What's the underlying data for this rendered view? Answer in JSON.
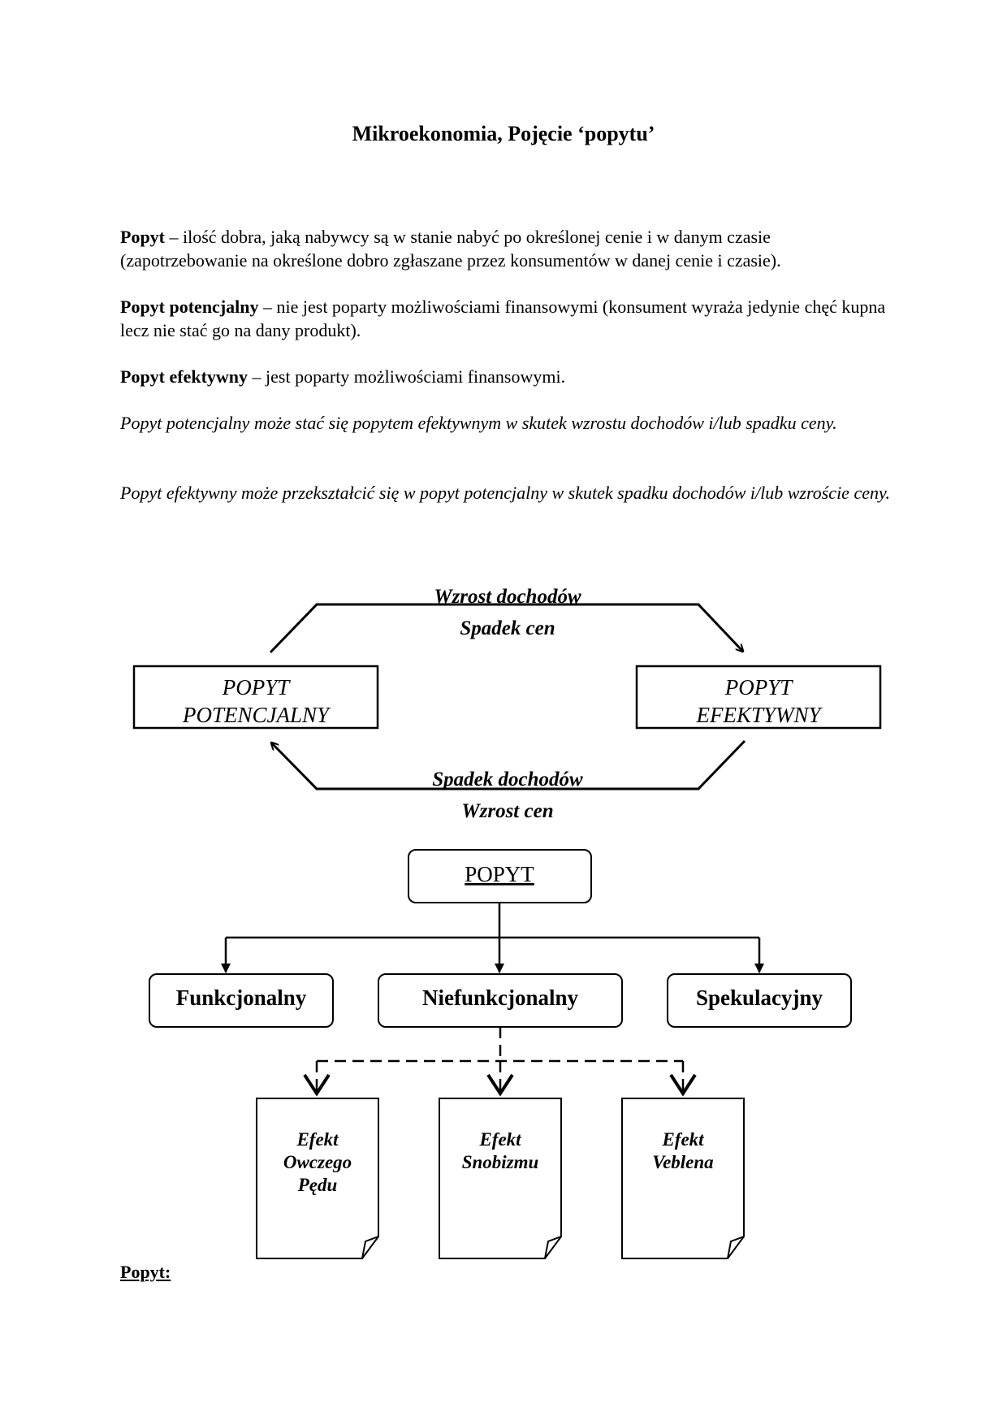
{
  "title": "Mikroekonomia, Pojęcie ‘popytu’",
  "paragraphs": {
    "p1_term": "Popyt",
    "p1_text": " – ilość dobra, jaką nabywcy są w stanie nabyć po określonej cenie i w danym czasie (zapotrzebowanie na określone dobro zgłaszane przez konsumentów w danej cenie i czasie).",
    "p2_term": "Popyt potencjalny",
    "p2_text": " – nie jest poparty możliwościami finansowymi (konsument wyraża jedynie chęć kupna lecz nie stać go na dany produkt).",
    "p3_term": "Popyt efektywny",
    "p3_text": " – jest poparty możliwościami finansowymi.",
    "p4": "Popyt potencjalny może stać się popytem efektywnym w skutek wzrostu dochodów i/lub spadku ceny.",
    "p5": "Popyt efektywny może przekształcić się w popyt potencjalny w skutek spadku dochodów i/lub wzroście ceny."
  },
  "cycle": {
    "top_label_1": "Wzrost dochodów",
    "top_label_2": "Spadek cen",
    "bottom_label_1": "Spadek dochodów",
    "bottom_label_2": "Wzrost cen",
    "left_box_line1": "POPYT",
    "left_box_line2": "POTENCJALNY",
    "right_box_line1": "POPYT",
    "right_box_line2": "EFEKTYWNY"
  },
  "tree": {
    "root": "POPYT",
    "children": [
      "Funkcjonalny",
      "Niefunkcjonalny",
      "Spekulacyjny"
    ],
    "effects": [
      [
        "Efekt",
        "Owczego",
        "Pędu"
      ],
      [
        "Efekt",
        "Snobizmu"
      ],
      [
        "Efekt",
        "Veblena"
      ]
    ]
  },
  "footer": "Popyt:"
}
